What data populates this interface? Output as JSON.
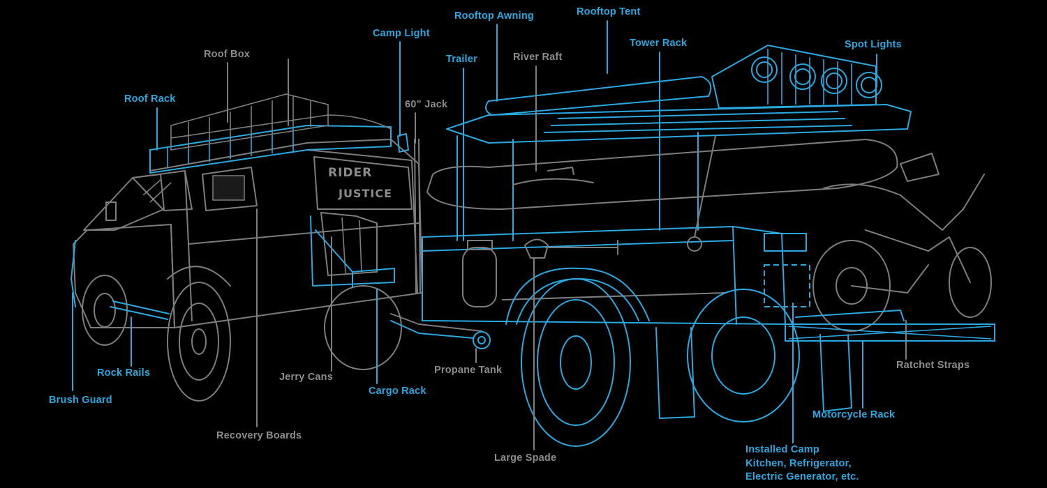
{
  "colors": {
    "background": "#000000",
    "accent": "#2aa8e0",
    "line": "#7d7d7d"
  },
  "vehicle_logo": {
    "line1": "RIDER",
    "line2": "JUSTICE"
  },
  "labels": {
    "rooftop_awning": "Rooftop Awning",
    "rooftop_tent": "Rooftop Tent",
    "camp_light": "Camp Light",
    "roof_box": "Roof Box",
    "trailer": "Trailer",
    "river_raft": "River Raft",
    "tower_rack": "Tower Rack",
    "spot_lights": "Spot Lights",
    "roof_rack": "Roof Rack",
    "jack": "60” Jack",
    "rock_rails": "Rock Rails",
    "brush_guard": "Brush Guard",
    "jerry_cans": "Jerry Cans",
    "propane_tank": "Propane Tank",
    "cargo_rack": "Cargo Rack",
    "ratchet_straps": "Ratchet Straps",
    "recovery_boards": "Recovery Boards",
    "large_spade": "Large Spade",
    "motorcycle_rack": "Motorcycle Rack",
    "camp_kitchen_line1": "Installed Camp",
    "camp_kitchen_line2": "Kitchen, Refrigerator,",
    "camp_kitchen_line3": "Electric Generator, etc."
  }
}
